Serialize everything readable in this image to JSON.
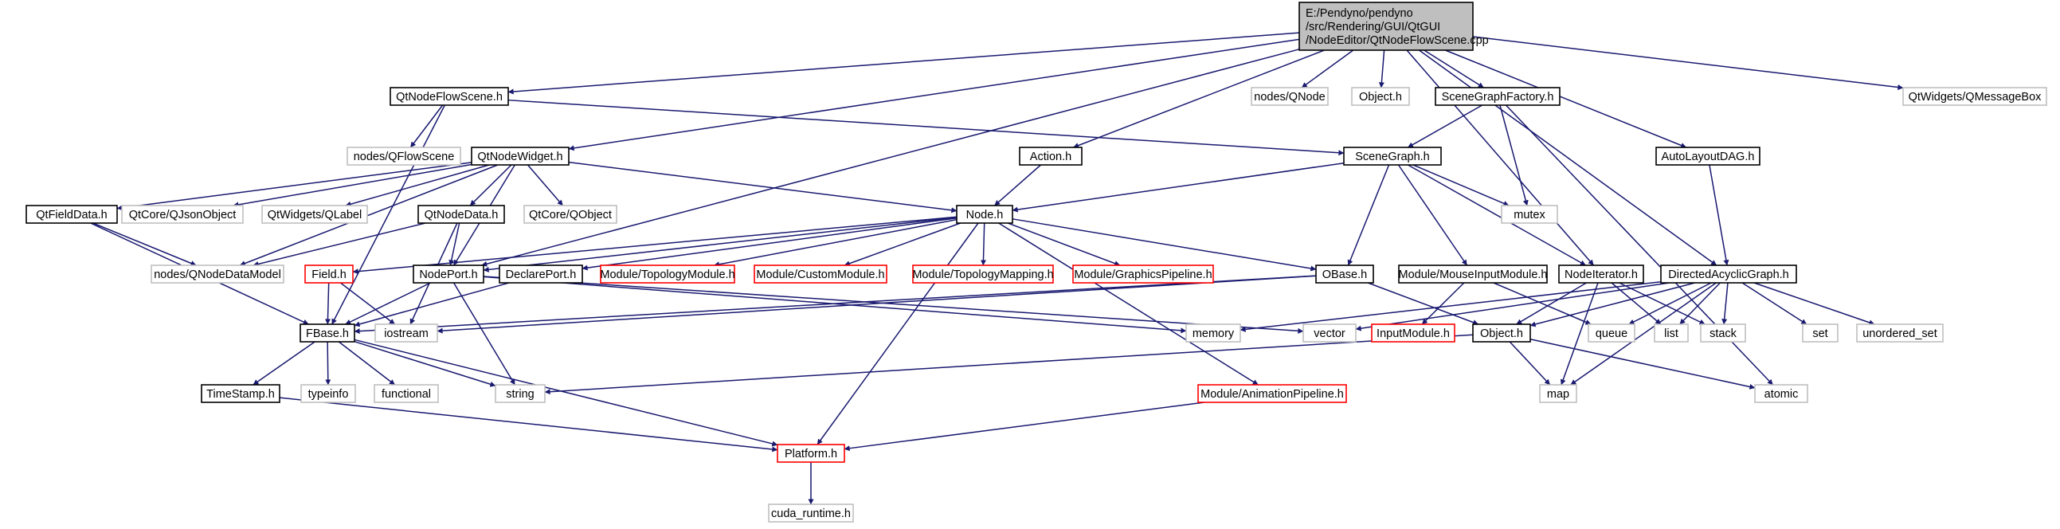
{
  "colors": {
    "edge": "#191970",
    "arrowhead": "#191970",
    "root_fill": "#bfbfbf",
    "root_border": "#000000",
    "local_border": "#000000",
    "missing_border": "#ff0000",
    "system_border": "#bfbfbf",
    "system_text": "#000000",
    "background": "#ffffff"
  },
  "nodes": {
    "root": {
      "lines": [
        "E:/Pendyno/pendyno",
        "/src/Rendering/GUI/QtGUI",
        "/NodeEditor/QtNodeFlowScene.cpp"
      ],
      "kind": "root"
    },
    "qtnodeflowscene_h": {
      "lines": [
        "QtNodeFlowScene.h"
      ],
      "kind": "local"
    },
    "nodes_qnode": {
      "lines": [
        "nodes/QNode"
      ],
      "kind": "system"
    },
    "object_h_sys": {
      "lines": [
        "Object.h"
      ],
      "kind": "system"
    },
    "scenegraphfactory_h": {
      "lines": [
        "SceneGraphFactory.h"
      ],
      "kind": "local"
    },
    "qmessagebox": {
      "lines": [
        "QtWidgets/QMessageBox"
      ],
      "kind": "system"
    },
    "nodes_qflowscene": {
      "lines": [
        "nodes/QFlowScene"
      ],
      "kind": "system"
    },
    "qtnodewidget_h": {
      "lines": [
        "QtNodeWidget.h"
      ],
      "kind": "local"
    },
    "action_h": {
      "lines": [
        "Action.h"
      ],
      "kind": "local"
    },
    "scenegraph_h": {
      "lines": [
        "SceneGraph.h"
      ],
      "kind": "local"
    },
    "autolayoutdag_h": {
      "lines": [
        "AutoLayoutDAG.h"
      ],
      "kind": "local"
    },
    "qtfielddata_h": {
      "lines": [
        "QtFieldData.h"
      ],
      "kind": "local"
    },
    "qjsonobject": {
      "lines": [
        "QtCore/QJsonObject"
      ],
      "kind": "system"
    },
    "qlabel": {
      "lines": [
        "QtWidgets/QLabel"
      ],
      "kind": "system"
    },
    "qtnodedata_h": {
      "lines": [
        "QtNodeData.h"
      ],
      "kind": "local"
    },
    "qobject": {
      "lines": [
        "QtCore/QObject"
      ],
      "kind": "system"
    },
    "node_h": {
      "lines": [
        "Node.h"
      ],
      "kind": "local"
    },
    "mutex": {
      "lines": [
        "mutex"
      ],
      "kind": "system"
    },
    "qnodedatamodel": {
      "lines": [
        "nodes/QNodeDataModel"
      ],
      "kind": "system"
    },
    "field_h": {
      "lines": [
        "Field.h"
      ],
      "kind": "missing"
    },
    "nodeport_h": {
      "lines": [
        "NodePort.h"
      ],
      "kind": "local"
    },
    "declareport_h": {
      "lines": [
        "DeclarePort.h"
      ],
      "kind": "local"
    },
    "topologymodule_h": {
      "lines": [
        "Module/TopologyModule.h"
      ],
      "kind": "missing"
    },
    "custommodule_h": {
      "lines": [
        "Module/CustomModule.h"
      ],
      "kind": "missing"
    },
    "topologymapping_h": {
      "lines": [
        "Module/TopologyMapping.h"
      ],
      "kind": "missing"
    },
    "graphicspipeline_h": {
      "lines": [
        "Module/GraphicsPipeline.h"
      ],
      "kind": "missing"
    },
    "obase_h": {
      "lines": [
        "OBase.h"
      ],
      "kind": "local"
    },
    "mouseinputmodule_h": {
      "lines": [
        "Module/MouseInputModule.h"
      ],
      "kind": "local"
    },
    "nodeiterator_h": {
      "lines": [
        "NodeIterator.h"
      ],
      "kind": "local"
    },
    "directedacyclicgraph_h": {
      "lines": [
        "DirectedAcyclicGraph.h"
      ],
      "kind": "local"
    },
    "fbase_h": {
      "lines": [
        "FBase.h"
      ],
      "kind": "local"
    },
    "iostream": {
      "lines": [
        "iostream"
      ],
      "kind": "system"
    },
    "memory": {
      "lines": [
        "memory"
      ],
      "kind": "system"
    },
    "vector": {
      "lines": [
        "vector"
      ],
      "kind": "system"
    },
    "inputmodule_h": {
      "lines": [
        "InputModule.h"
      ],
      "kind": "missing"
    },
    "queue": {
      "lines": [
        "queue"
      ],
      "kind": "system"
    },
    "list": {
      "lines": [
        "list"
      ],
      "kind": "system"
    },
    "stack": {
      "lines": [
        "stack"
      ],
      "kind": "system"
    },
    "set": {
      "lines": [
        "set"
      ],
      "kind": "system"
    },
    "unordered_set": {
      "lines": [
        "unordered_set"
      ],
      "kind": "system"
    },
    "object_h": {
      "lines": [
        "Object.h"
      ],
      "kind": "local"
    },
    "timestamp_h": {
      "lines": [
        "TimeStamp.h"
      ],
      "kind": "local"
    },
    "typeinfo": {
      "lines": [
        "typeinfo"
      ],
      "kind": "system"
    },
    "functional": {
      "lines": [
        "functional"
      ],
      "kind": "system"
    },
    "string": {
      "lines": [
        "string"
      ],
      "kind": "system"
    },
    "animationpipeline_h": {
      "lines": [
        "Module/AnimationPipeline.h"
      ],
      "kind": "missing"
    },
    "map": {
      "lines": [
        "map"
      ],
      "kind": "system"
    },
    "atomic": {
      "lines": [
        "atomic"
      ],
      "kind": "system"
    },
    "platform_h": {
      "lines": [
        "Platform.h"
      ],
      "kind": "missing"
    },
    "cuda_runtime_h": {
      "lines": [
        "cuda_runtime.h"
      ],
      "kind": "system"
    }
  },
  "edges": [
    [
      "root",
      "qtnodeflowscene_h"
    ],
    [
      "root",
      "qtnodewidget_h"
    ],
    [
      "root",
      "nodes_qnode"
    ],
    [
      "root",
      "object_h_sys"
    ],
    [
      "root",
      "scenegraphfactory_h"
    ],
    [
      "root",
      "qmessagebox"
    ],
    [
      "root",
      "action_h"
    ],
    [
      "root",
      "nodeport_h"
    ],
    [
      "root",
      "autolayoutdag_h"
    ],
    [
      "root",
      "nodeiterator_h"
    ],
    [
      "root",
      "directedacyclicgraph_h"
    ],
    [
      "qtnodeflowscene_h",
      "nodes_qflowscene"
    ],
    [
      "qtnodeflowscene_h",
      "scenegraph_h"
    ],
    [
      "qtnodeflowscene_h",
      "fbase_h"
    ],
    [
      "scenegraphfactory_h",
      "scenegraph_h"
    ],
    [
      "scenegraphfactory_h",
      "mutex"
    ],
    [
      "scenegraphfactory_h",
      "atomic"
    ],
    [
      "qtnodewidget_h",
      "qtfielddata_h"
    ],
    [
      "qtnodewidget_h",
      "qjsonobject"
    ],
    [
      "qtnodewidget_h",
      "qlabel"
    ],
    [
      "qtnodewidget_h",
      "qtnodedata_h"
    ],
    [
      "qtnodewidget_h",
      "qobject"
    ],
    [
      "qtnodewidget_h",
      "qnodedatamodel"
    ],
    [
      "qtnodewidget_h",
      "nodeport_h"
    ],
    [
      "qtnodewidget_h",
      "node_h"
    ],
    [
      "action_h",
      "node_h"
    ],
    [
      "scenegraph_h",
      "node_h"
    ],
    [
      "scenegraph_h",
      "mutex"
    ],
    [
      "scenegraph_h",
      "obase_h"
    ],
    [
      "scenegraph_h",
      "mouseinputmodule_h"
    ],
    [
      "scenegraph_h",
      "nodeiterator_h"
    ],
    [
      "autolayoutdag_h",
      "directedacyclicgraph_h"
    ],
    [
      "qtfielddata_h",
      "qnodedatamodel"
    ],
    [
      "qtfielddata_h",
      "fbase_h"
    ],
    [
      "qtnodedata_h",
      "qnodedatamodel"
    ],
    [
      "qtnodedata_h",
      "nodeport_h"
    ],
    [
      "qtnodedata_h",
      "iostream"
    ],
    [
      "node_h",
      "field_h"
    ],
    [
      "node_h",
      "nodeport_h"
    ],
    [
      "node_h",
      "declareport_h"
    ],
    [
      "node_h",
      "topologymodule_h"
    ],
    [
      "node_h",
      "custommodule_h"
    ],
    [
      "node_h",
      "topologymapping_h"
    ],
    [
      "node_h",
      "graphicspipeline_h"
    ],
    [
      "node_h",
      "obase_h"
    ],
    [
      "node_h",
      "animationpipeline_h"
    ],
    [
      "node_h",
      "platform_h"
    ],
    [
      "field_h",
      "fbase_h"
    ],
    [
      "field_h",
      "iostream"
    ],
    [
      "nodeport_h",
      "fbase_h"
    ],
    [
      "nodeport_h",
      "string"
    ],
    [
      "nodeport_h",
      "memory"
    ],
    [
      "nodeport_h",
      "vector"
    ],
    [
      "declareport_h",
      "fbase_h"
    ],
    [
      "obase_h",
      "fbase_h"
    ],
    [
      "obase_h",
      "iostream"
    ],
    [
      "obase_h",
      "object_h"
    ],
    [
      "mouseinputmodule_h",
      "inputmodule_h"
    ],
    [
      "mouseinputmodule_h",
      "queue"
    ],
    [
      "nodeiterator_h",
      "list"
    ],
    [
      "nodeiterator_h",
      "stack"
    ],
    [
      "nodeiterator_h",
      "object_h"
    ],
    [
      "nodeiterator_h",
      "map"
    ],
    [
      "directedacyclicgraph_h",
      "memory"
    ],
    [
      "directedacyclicgraph_h",
      "vector"
    ],
    [
      "directedacyclicgraph_h",
      "queue"
    ],
    [
      "directedacyclicgraph_h",
      "list"
    ],
    [
      "directedacyclicgraph_h",
      "stack"
    ],
    [
      "directedacyclicgraph_h",
      "set"
    ],
    [
      "directedacyclicgraph_h",
      "unordered_set"
    ],
    [
      "directedacyclicgraph_h",
      "object_h"
    ],
    [
      "directedacyclicgraph_h",
      "map"
    ],
    [
      "fbase_h",
      "timestamp_h"
    ],
    [
      "fbase_h",
      "typeinfo"
    ],
    [
      "fbase_h",
      "functional"
    ],
    [
      "fbase_h",
      "string"
    ],
    [
      "fbase_h",
      "platform_h"
    ],
    [
      "object_h",
      "string"
    ],
    [
      "object_h",
      "map"
    ],
    [
      "object_h",
      "atomic"
    ],
    [
      "timestamp_h",
      "platform_h"
    ],
    [
      "animationpipeline_h",
      "platform_h"
    ],
    [
      "platform_h",
      "cuda_runtime_h"
    ]
  ]
}
